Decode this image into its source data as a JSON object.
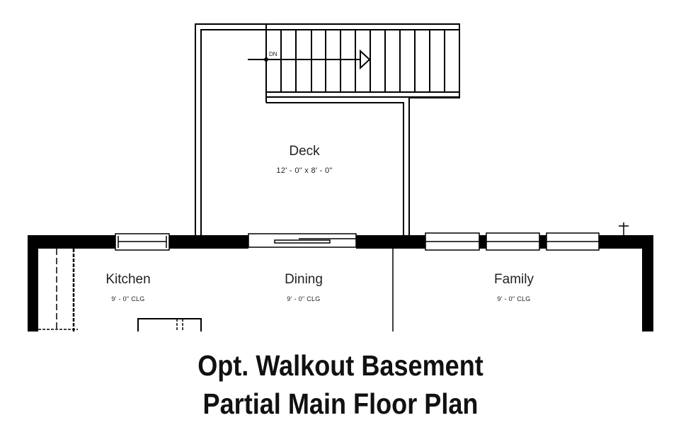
{
  "plan": {
    "title_line_1": "Opt. Walkout Basement",
    "title_line_2": "Partial Main Floor Plan",
    "colors": {
      "wall": "#000000",
      "line": "#000000",
      "background": "#ffffff",
      "text": "#222222"
    },
    "stair": {
      "direction_label": "DN",
      "tread_count": 13
    },
    "rooms": [
      {
        "name": "Deck",
        "subtitle": "12' - 0\" x 8' - 0\""
      },
      {
        "name": "Kitchen",
        "subtitle": "9' - 0\" CLG"
      },
      {
        "name": "Dining",
        "subtitle": "9' - 0\" CLG"
      },
      {
        "name": "Family",
        "subtitle": "9' - 0\" CLG"
      }
    ],
    "windows": [
      {
        "location": "kitchen"
      },
      {
        "location": "family-1"
      },
      {
        "location": "family-2"
      },
      {
        "location": "family-3"
      }
    ],
    "doors": [
      {
        "type": "sliding-door",
        "location": "dining"
      }
    ]
  }
}
